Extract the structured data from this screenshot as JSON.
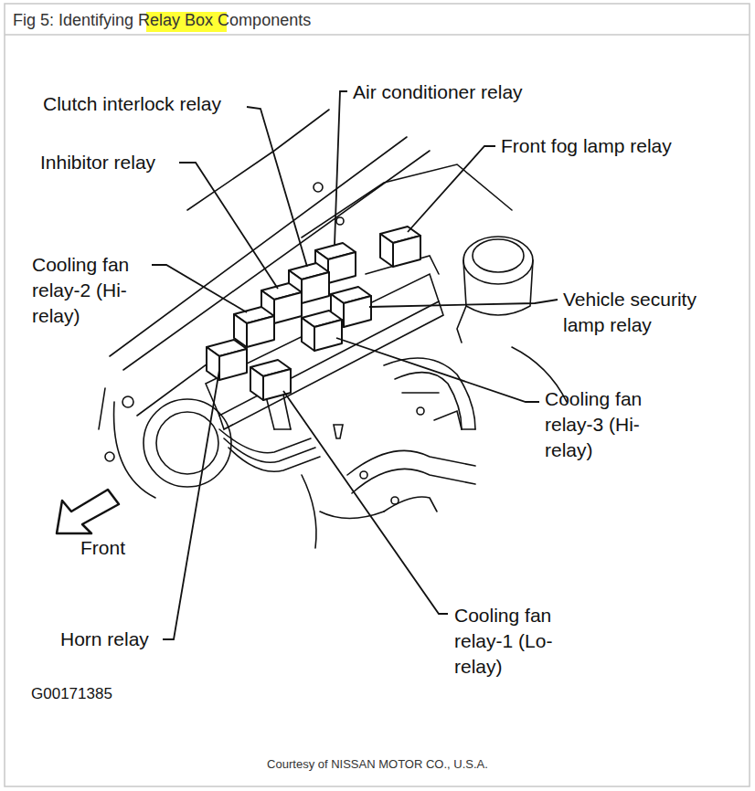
{
  "diagram": {
    "title": "Fig 5: Identifying Relay Box Components",
    "caption": "Courtesy of NISSAN MOTOR CO., U.S.A.",
    "labels": [
      "Clutch interlock relay",
      "Air conditioner relay",
      "Inhibitor relay",
      "Front fog lamp relay",
      "Cooling fan relay-2 (Hi-relay)",
      "Vehicle security lamp relay",
      "Cooling fan relay-3 (Hi-relay)",
      "Front",
      "Horn relay",
      "Cooling fan relay-1 (Lo-relay)",
      "G00171385"
    ]
  }
}
